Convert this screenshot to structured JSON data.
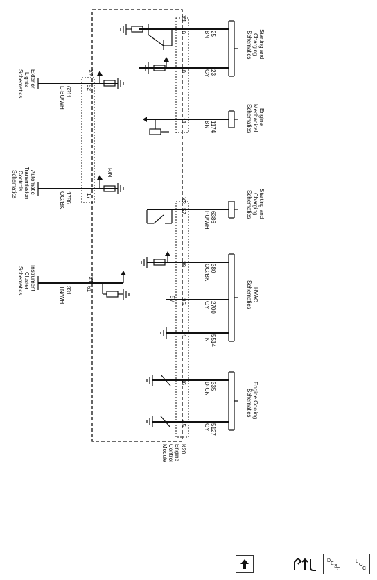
{
  "module": {
    "ref": "K20",
    "name_lines": [
      "Engine",
      "Control",
      "Module"
    ]
  },
  "connectors": [
    "X1",
    "X2"
  ],
  "right_circuits": [
    {
      "pin": "10",
      "circuit": "25",
      "color": "BN"
    },
    {
      "pin": "30",
      "circuit": "23",
      "color": "GY"
    },
    {
      "pin": "11",
      "circuit": "1174",
      "color": "BN"
    },
    {
      "pin": "57",
      "circuit": "6386",
      "color": "PU/WH"
    },
    {
      "pin": "39",
      "circuit": "380",
      "color": "OG/BK"
    },
    {
      "pin": "35",
      "circuit": "2700",
      "color": "GY"
    },
    {
      "pin": "11",
      "circuit": "5514",
      "color": "TN"
    },
    {
      "pin": "46",
      "circuit": "335",
      "color": "D-GN"
    },
    {
      "pin": "45",
      "circuit": "5127",
      "color": "GY"
    }
  ],
  "left_circuits": [
    {
      "pin": "52",
      "circuit": "6311",
      "color": "L-BU/WH"
    },
    {
      "pin": "17",
      "circuit": "1786",
      "color": "OG/BK"
    },
    {
      "pin": "61",
      "circuit": "331",
      "color": "TN/WH"
    }
  ],
  "right_groups": [
    {
      "lines": [
        "Starting and",
        "Charging",
        "Schematics"
      ]
    },
    {
      "lines": [
        "Engine",
        "Mechanical",
        "Schematics"
      ]
    },
    {
      "lines": [
        "Starting and",
        "Charging",
        "Schematics"
      ]
    },
    {
      "lines": [
        "HVAC",
        "Schematics"
      ]
    },
    {
      "lines": [
        "Engine Cooling",
        "Schematics"
      ]
    }
  ],
  "left_groups": [
    {
      "lines": [
        "Exterior",
        "Lights",
        "Schematics"
      ]
    },
    {
      "lines": [
        "Automatic",
        "Transmission",
        "Controls",
        "Schematics"
      ]
    },
    {
      "lines": [
        "Instrument",
        "Cluster",
        "Schematics"
      ]
    }
  ],
  "annotations": {
    "voltage": "5V",
    "pn": "P/N"
  },
  "toolbar": {
    "desc_letters": [
      "D",
      "E",
      "S",
      "C"
    ],
    "loc_letters": [
      "L",
      "O",
      "C"
    ]
  }
}
